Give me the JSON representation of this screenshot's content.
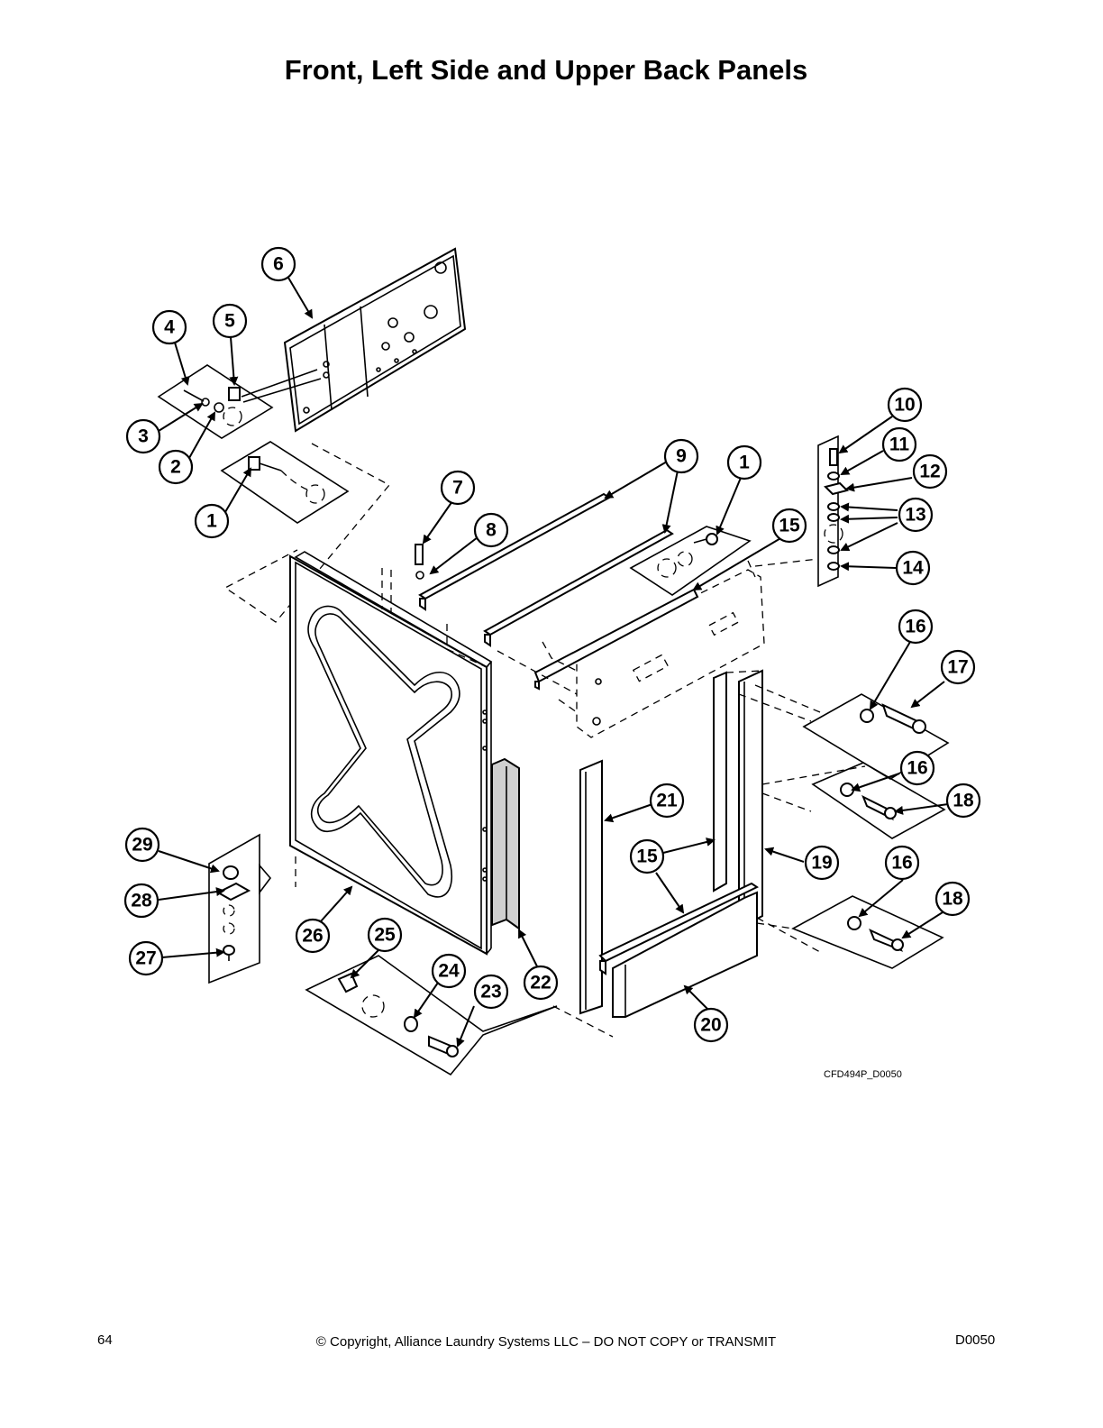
{
  "title": "Front, Left Side and Upper Back Panels",
  "figure_code": "CFD494P_D0050",
  "footer": {
    "page_number": "64",
    "copyright": "© Copyright, Alliance Laundry Systems LLC – DO NOT COPY or TRANSMIT",
    "doc_code": "D0050"
  },
  "callouts": {
    "c1a": "1",
    "c1b": "1",
    "c2": "2",
    "c3": "3",
    "c4": "4",
    "c5": "5",
    "c6": "6",
    "c7": "7",
    "c8": "8",
    "c9": "9",
    "c10": "10",
    "c11": "11",
    "c12": "12",
    "c13": "13",
    "c14": "14",
    "c15a": "15",
    "c15b": "15",
    "c16a": "16",
    "c16b": "16",
    "c16c": "16",
    "c17": "17",
    "c18a": "18",
    "c18b": "18",
    "c19": "19",
    "c20": "20",
    "c21": "21",
    "c22": "22",
    "c23": "23",
    "c24": "24",
    "c25": "25",
    "c26": "26",
    "c27": "27",
    "c28": "28",
    "c29": "29"
  }
}
